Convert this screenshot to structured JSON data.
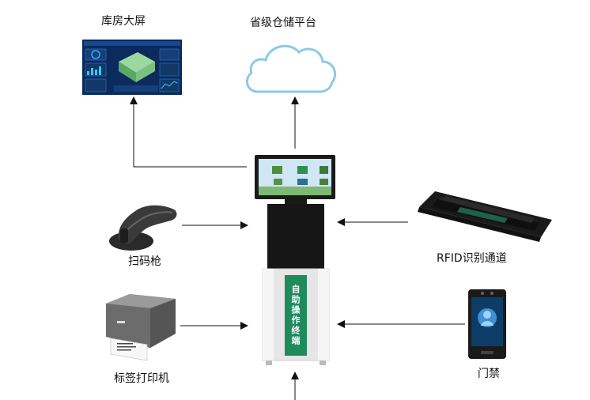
{
  "labels": {
    "warehouse_screen": "库房大屏",
    "cloud_platform": "省级仓储平台",
    "scanner": "扫码枪",
    "rfid_channel": "RFID识别通道",
    "label_printer": "标签打印机",
    "access_control": "门禁",
    "kiosk_banner": "自助操作终端"
  },
  "colors": {
    "kiosk_green": "#1f8a5b",
    "cloud_stroke": "#8ec9e6",
    "screen_blue": "#0b2a5e",
    "arrow": "#111111"
  },
  "icons": {
    "warehouse_screen": "dashboard-screen-icon",
    "cloud_platform": "cloud-icon",
    "scanner": "barcode-scanner-icon",
    "rfid_channel": "rfid-reader-icon",
    "label_printer": "label-printer-icon",
    "access_control": "face-access-terminal-icon",
    "kiosk": "self-service-kiosk-icon"
  }
}
